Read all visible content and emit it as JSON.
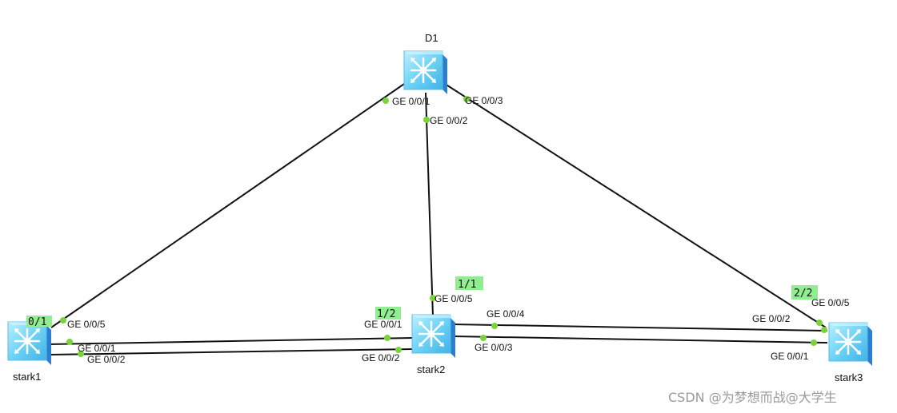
{
  "devices": {
    "d1": {
      "name": "D1"
    },
    "stark1": {
      "name": "stark1"
    },
    "stark2": {
      "name": "stark2"
    },
    "stark3": {
      "name": "stark3"
    }
  },
  "ports": {
    "d1_g1": "GE 0/0/1",
    "d1_g2": "GE 0/0/2",
    "d1_g3": "GE 0/0/3",
    "s1_g5": "GE 0/0/5",
    "s1_g1": "GE 0/0/1",
    "s1_g2": "GE 0/0/2",
    "s2_g5": "GE 0/0/5",
    "s2_g1": "GE 0/0/1",
    "s2_g2": "GE 0/0/2",
    "s2_g4": "GE 0/0/4",
    "s2_g3": "GE 0/0/3",
    "s3_g5": "GE 0/0/5",
    "s3_g2": "GE 0/0/2",
    "s3_g1": "GE 0/0/1"
  },
  "tags": {
    "stark1": "0/1",
    "stark2_left": "1/2",
    "stark2_top": "1/1",
    "stark3": "2/2"
  },
  "watermark": "CSDN @为梦想而战@大学生",
  "colors": {
    "switch_face": "#6fd3f5",
    "switch_side": "#2b8fd8",
    "port_dot": "#7bd33b",
    "tag_bg": "#90ee90"
  }
}
